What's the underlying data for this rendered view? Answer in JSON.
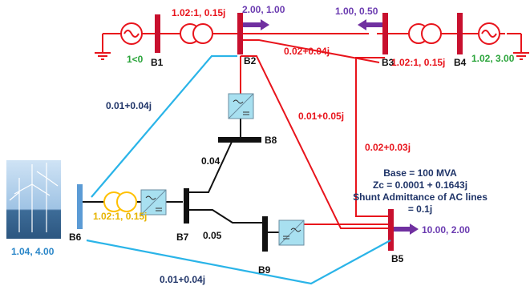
{
  "buses": {
    "b1": "B1",
    "b2": "B2",
    "b3": "B3",
    "b4": "B4",
    "b5": "B5",
    "b6": "B6",
    "b7": "B7",
    "b8": "B8",
    "b9": "B9"
  },
  "generators": {
    "g1_label": "1<0",
    "g4_label": "1.02, 3.00",
    "wind_label": "1.04, 4.00"
  },
  "loads": {
    "b2_load": "2.00, 1.00",
    "b3_load": "1.00, 0.50",
    "b5_load": "10.00, 2.00"
  },
  "transformers": {
    "t12": "1.02:1, 0.15j",
    "t34": "1.02:1, 0.15j",
    "t67": "1.02:1, 0.15j"
  },
  "lines": {
    "l23": "0.02+0.04j",
    "l25": "0.01+0.05j",
    "l35": "0.02+0.03j",
    "l26": "0.01+0.04j",
    "l65": "0.01+0.04j",
    "l78": "0.04",
    "l79": "0.05"
  },
  "info": {
    "base": "Base = 100 MVA",
    "zc": "Zc = 0.0001 + 0.1643j",
    "shunt_line1": "Shunt Admittance of AC lines",
    "shunt_line2": "= 0.1j"
  },
  "colors": {
    "ac": "#e8141c",
    "dc": "#2ab4e8",
    "dc_bus": "#111111",
    "wind_bus": "#5b9bd5",
    "wind_tx": "#ffc000",
    "load_arrow": "#7030a0",
    "converter": "#a8e0f0"
  }
}
